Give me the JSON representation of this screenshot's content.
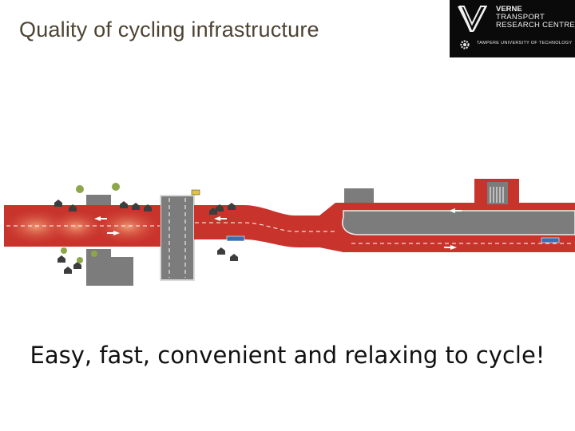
{
  "slide": {
    "title": "Quality of cycling infrastructure",
    "caption": "Easy, fast, convenient and relaxing to cycle!"
  },
  "logo": {
    "line1": "VERNE",
    "line2": "TRANSPORT",
    "line3": "RESEARCH CENTRE",
    "university": "TAMPERE UNIVERSITY OF TECHNOLOGY",
    "background": "#0a0a0a"
  },
  "illustration": {
    "icon": "cycling-route-diagram",
    "colors": {
      "cycleway": "#c8342c",
      "road": "#7c7c7c",
      "edge": "#e8e8e8"
    }
  }
}
